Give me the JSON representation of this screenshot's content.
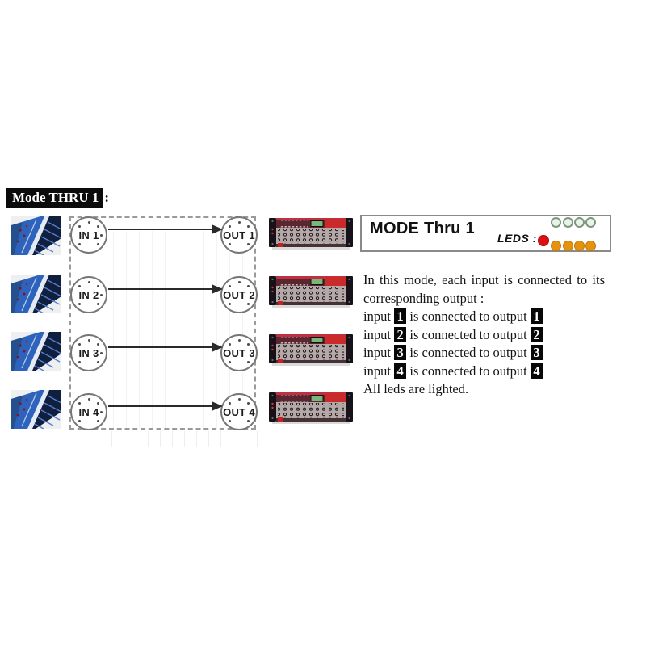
{
  "page_title": {
    "label": "Mode THRU 1",
    "suffix": ":"
  },
  "diagram": {
    "inputs": [
      "IN 1",
      "IN 2",
      "IN 3",
      "IN 4"
    ],
    "outputs": [
      "OUT 1",
      "OUT 2",
      "OUT 3",
      "OUT 4"
    ],
    "connections": [
      [
        "IN 1",
        "OUT 1"
      ],
      [
        "IN 2",
        "OUT 2"
      ],
      [
        "IN 3",
        "OUT 3"
      ],
      [
        "IN 4",
        "OUT 4"
      ]
    ]
  },
  "images": {
    "keyboard_icon": "midi-keyboard-photo",
    "module_icon": "rack-sound-module-photo"
  },
  "led_panel": {
    "title": "MODE Thru 1",
    "leds_label": "LEDS :",
    "inactive_led_count": 4,
    "active_led_count": 4,
    "colors": {
      "power_led": "#e01010",
      "inactive_led_fill": "#eaf3ea",
      "inactive_led_border": "#7d977d",
      "active_led": "#e5920e"
    }
  },
  "description": {
    "intro_line1": "In this mode, each input is connected to its",
    "intro_line2": "corresponding output :",
    "mappings": [
      {
        "pre": "input",
        "in_num": "1",
        "mid": "is connected to output",
        "out_num": "1"
      },
      {
        "pre": "input",
        "in_num": "2",
        "mid": "is connected to output",
        "out_num": "2"
      },
      {
        "pre": "input",
        "in_num": "3",
        "mid": "is connected to output",
        "out_num": "3"
      },
      {
        "pre": "input",
        "in_num": "4",
        "mid": "is connected to output",
        "out_num": "4"
      }
    ],
    "footer": "All leds are lighted."
  }
}
